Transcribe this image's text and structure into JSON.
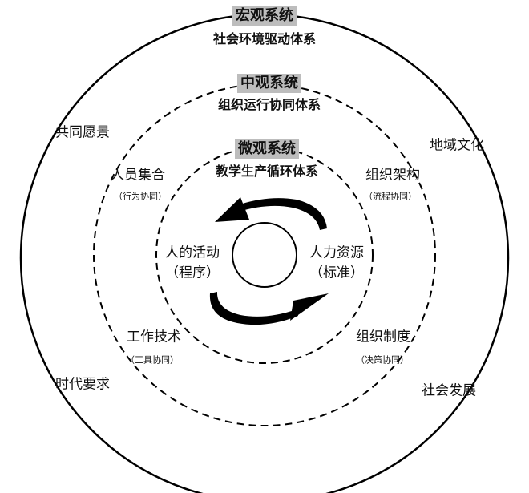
{
  "macro": {
    "title": "宏观系统",
    "subtitle": "社会环境驱动体系"
  },
  "meso": {
    "title": "中观系统",
    "subtitle": "组织运行协同体系"
  },
  "micro": {
    "title": "微观系统",
    "subtitle": "教学生产循环体系"
  },
  "outer_ring": {
    "top_left": "共同愿景",
    "top_right": "地域文化",
    "bottom_left": "时代要求",
    "bottom_right": "社会发展"
  },
  "middle_ring": {
    "top_left": {
      "label": "人员集合",
      "note": "（行为协同）"
    },
    "top_right": {
      "label": "组织架构",
      "note": "（流程协同）"
    },
    "bottom_left": {
      "label": "工作技术",
      "note": "（工具协同）"
    },
    "bottom_right": {
      "label": "组织制度",
      "note": "（决策协同）"
    }
  },
  "core": {
    "left": {
      "label": "人的活动",
      "note": "（程序）"
    },
    "right": {
      "label": "人力资源",
      "note": "（标准）"
    }
  }
}
